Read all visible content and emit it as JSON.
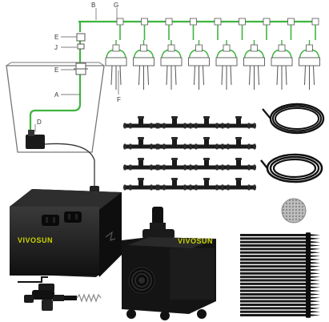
{
  "diagram": {
    "callouts": {
      "a": "A",
      "b": "B",
      "d": "D",
      "e_top": "E",
      "e_mid": "E",
      "f": "F",
      "g": "G",
      "j": "J"
    },
    "colors": {
      "tubing_green": "#3fb43f",
      "line_gray": "#555555",
      "product_black": "#1a1a1a",
      "brand_yellow": "#c9d400"
    }
  },
  "products": {
    "timer_brand": "VIVOSUN",
    "pump_brand": "VIVOSUN",
    "tee_connector_count": 16,
    "dripper_stake_count": 24
  }
}
